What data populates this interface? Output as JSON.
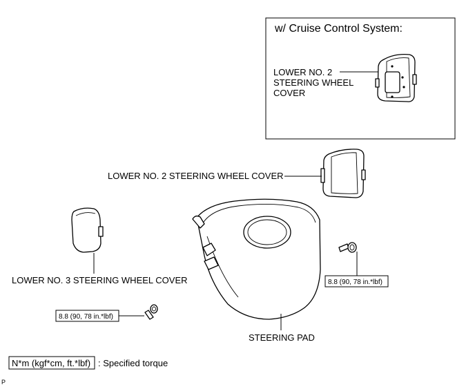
{
  "inset": {
    "title": "w/ Cruise Control System:",
    "label_lines": [
      "LOWER NO. 2",
      "STEERING WHEEL",
      "COVER"
    ]
  },
  "labels": {
    "lower_no2_cover": "LOWER NO. 2 STEERING WHEEL COVER",
    "lower_no3_cover": "LOWER NO. 3 STEERING WHEEL COVER",
    "steering_pad": "STEERING PAD"
  },
  "torque": {
    "right_screw": "8.8 (90, 78 in.*lbf)",
    "left_screw": "8.8 (90, 78 in.*lbf)"
  },
  "legend": {
    "unit": "N*m (kgf*cm, ft.*lbf)",
    "description": ": Specified torque"
  },
  "footer_code": "P"
}
